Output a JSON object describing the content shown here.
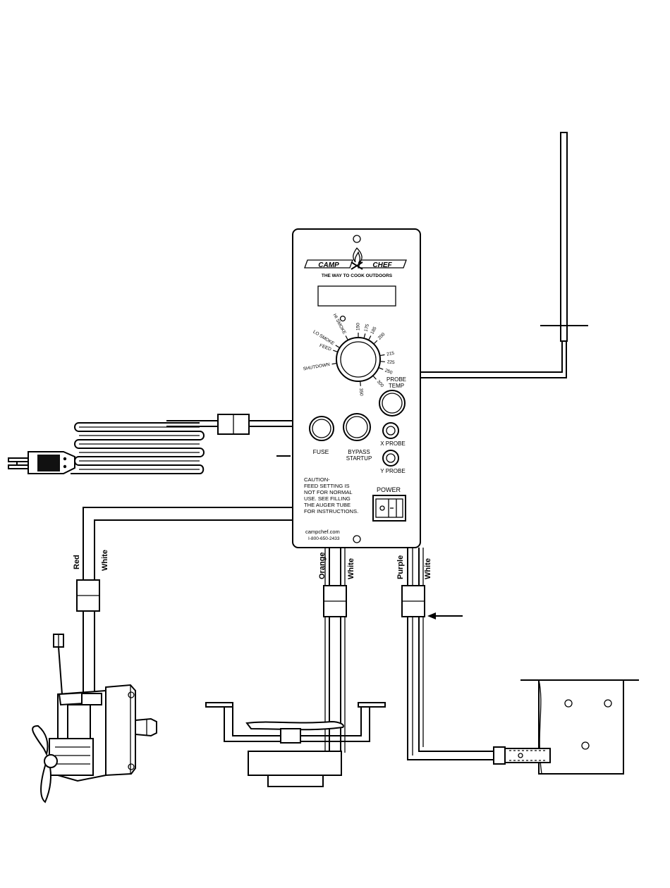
{
  "controller": {
    "brand_left": "CAMP",
    "brand_right": "CHEF",
    "tagline": "THE WAY TO COOK OUTDOORS",
    "dial_ticks": [
      "LO SMOKE",
      "HI SMOKE",
      "150",
      "175",
      "185",
      "200",
      "215",
      "225",
      "250",
      "300",
      "350",
      "SHUTDOWN",
      "FEED"
    ],
    "probe_temp_line1": "PROBE",
    "probe_temp_line2": "TEMP",
    "fuse": "FUSE",
    "bypass_line1": "BYPASS",
    "bypass_line2": "STARTUP",
    "x_probe": "X PROBE",
    "y_probe": "Y PROBE",
    "power": "POWER",
    "caution_lines": [
      "CAUTION-",
      "FEED SETTING IS",
      "NOT FOR NORMAL",
      "USE. SEE FILLING",
      "THE AUGER TUBE",
      "FOR INSTRUCTIONS."
    ],
    "website": "campchef.com",
    "phone": "I-800-650-2433"
  },
  "wires": {
    "auger_red": "Red",
    "auger_white": "White",
    "fan_orange": "Orange",
    "fan_white": "White",
    "igniter_purple": "Purple",
    "igniter_white": "White"
  }
}
